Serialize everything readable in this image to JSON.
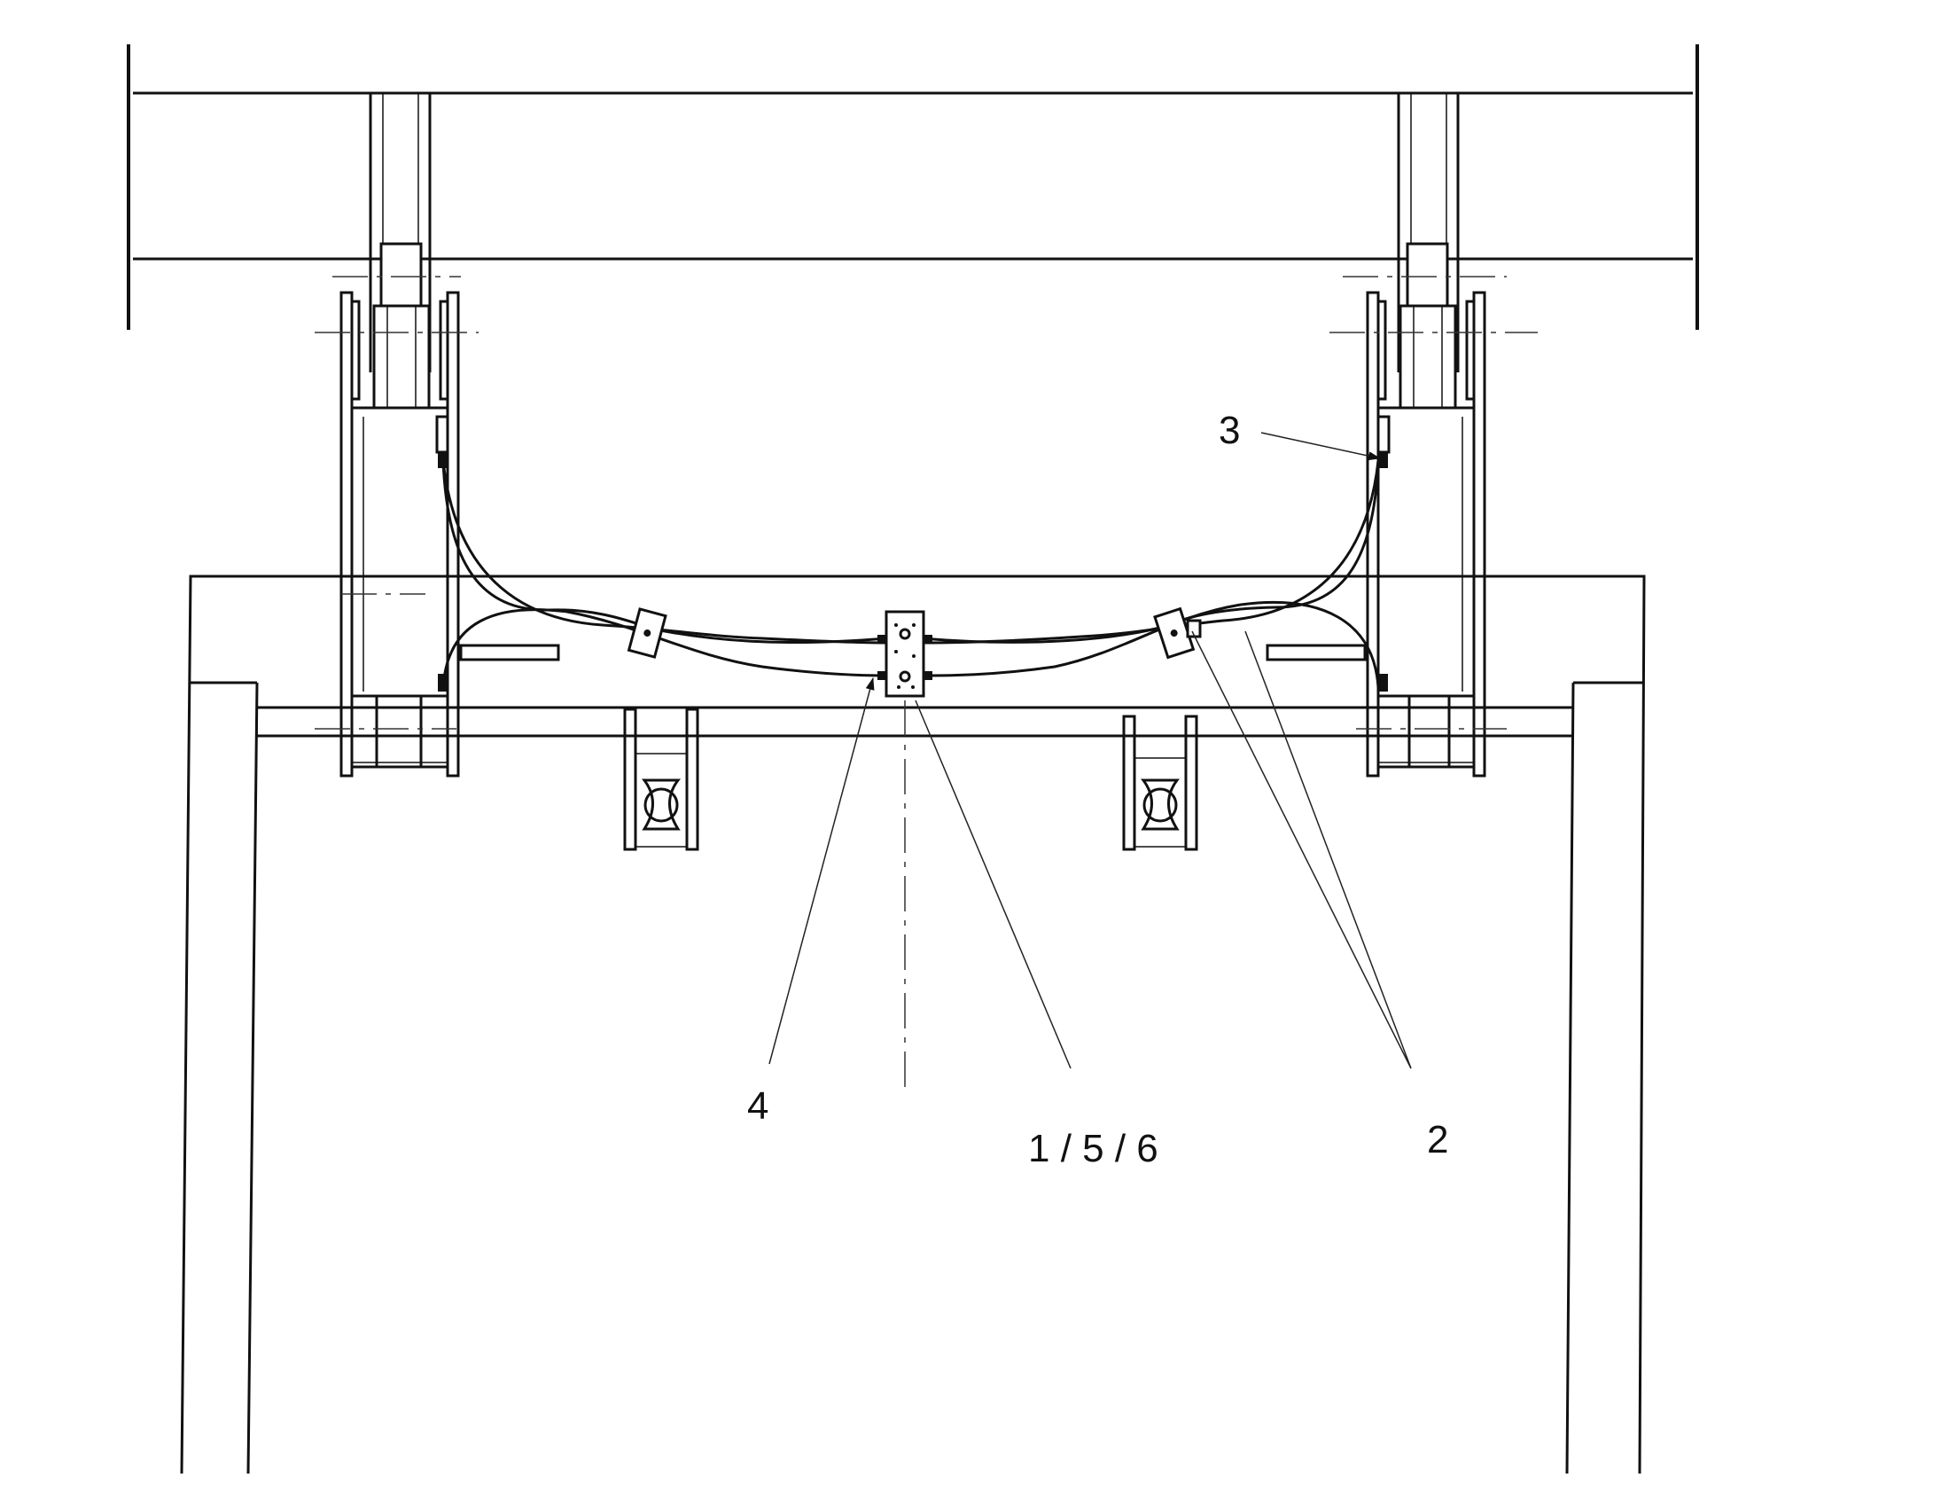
{
  "diagram": {
    "callouts": [
      {
        "id": "callout-1-5-6",
        "text": "1 / 5 / 6"
      },
      {
        "id": "callout-2",
        "text": "2"
      },
      {
        "id": "callout-3",
        "text": "3"
      },
      {
        "id": "callout-4",
        "text": "4"
      }
    ],
    "colors": {
      "ink": "#111111",
      "paper": "#ffffff"
    }
  }
}
